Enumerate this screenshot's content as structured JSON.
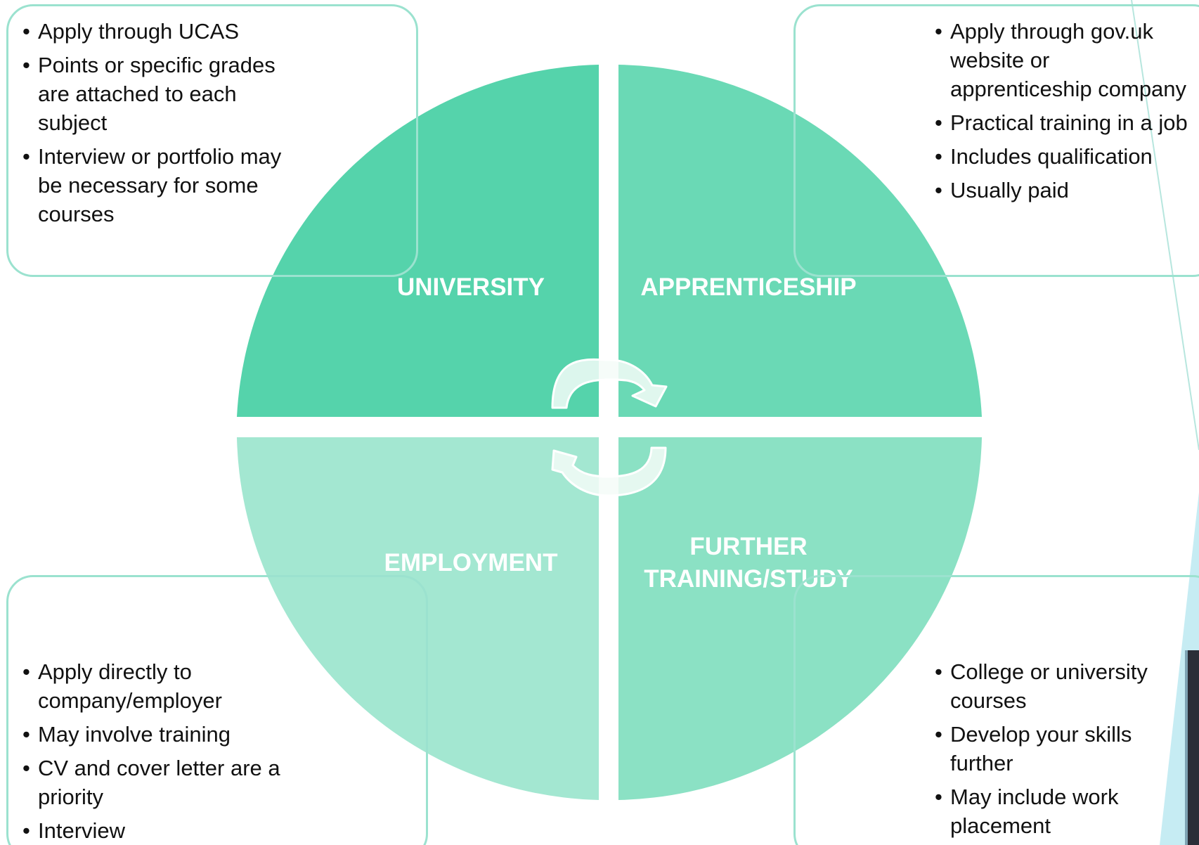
{
  "colors": {
    "quadrant_top_left": "#55d3ab",
    "quadrant_top_right": "#6ad9b5",
    "quadrant_bottom_left": "#a3e7d1",
    "quadrant_bottom_right": "#8be1c4",
    "box_border": "#9be2cf",
    "arrow_fill": "#f4fbf8",
    "arrow_stroke": "#ffffff"
  },
  "quadrants": {
    "top_left": {
      "label": "UNIVERSITY"
    },
    "top_right": {
      "label": "APPRENTICESHIP"
    },
    "bottom_left": {
      "label": "EMPLOYMENT"
    },
    "bottom_right": {
      "label": "FURTHER TRAINING/STUDY"
    }
  },
  "boxes": {
    "top_left": {
      "items": [
        "Apply through UCAS",
        "Points or specific grades are attached to each subject",
        "Interview or portfolio may be necessary for some courses"
      ]
    },
    "top_right": {
      "items": [
        "Apply through gov.uk website or apprenticeship company",
        "Practical training in a job",
        "Includes qualification",
        "Usually paid"
      ]
    },
    "bottom_left": {
      "items": [
        "Apply directly to company/employer",
        "May involve training",
        "CV and cover letter are a priority",
        "Interview"
      ]
    },
    "bottom_right": {
      "items": [
        "College or university courses",
        "Develop your skills further",
        "May include work placement"
      ]
    }
  },
  "bullet_symbol": "•"
}
